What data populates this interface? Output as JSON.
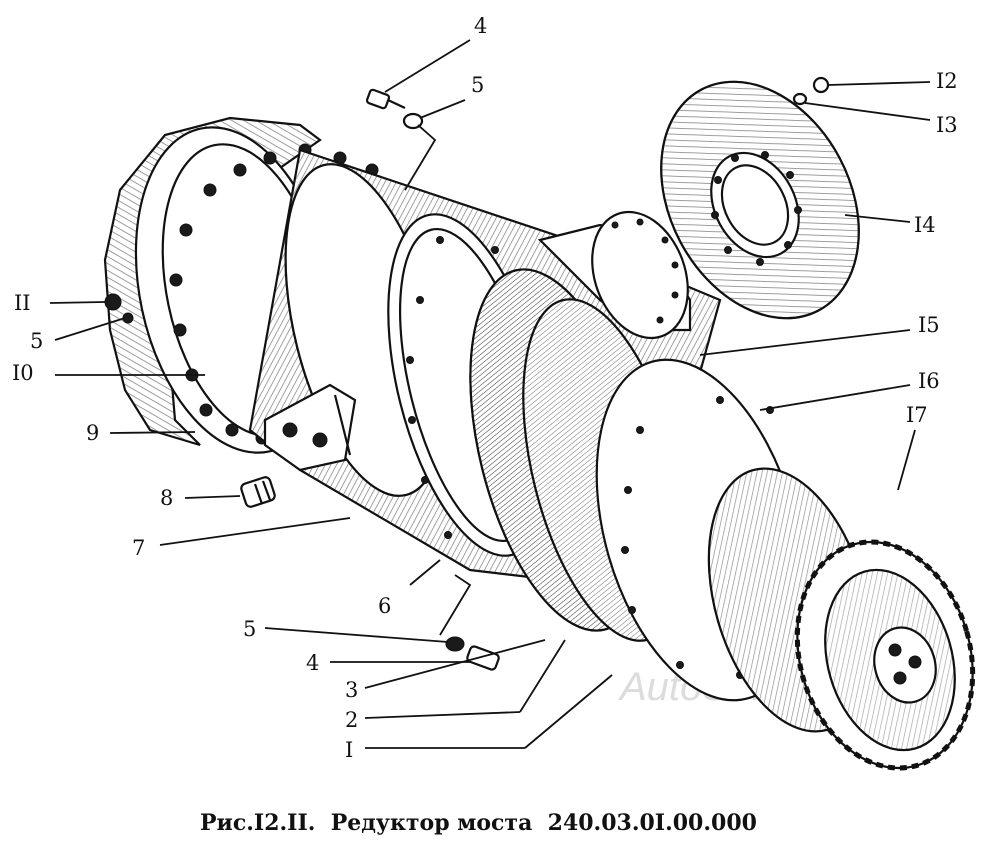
{
  "figure": {
    "caption": "Рис.I2.II.  Редуктор моста  240.03.0I.00.000",
    "watermark": "AutoSoft"
  },
  "callouts": [
    {
      "id": "c4a",
      "text": "4"
    },
    {
      "id": "c5a",
      "text": "5"
    },
    {
      "id": "c12",
      "text": "I2"
    },
    {
      "id": "c13",
      "text": "I3"
    },
    {
      "id": "c14",
      "text": "I4"
    },
    {
      "id": "c11",
      "text": "II"
    },
    {
      "id": "c5b",
      "text": "5"
    },
    {
      "id": "c10",
      "text": "I0"
    },
    {
      "id": "c15",
      "text": "I5"
    },
    {
      "id": "c16",
      "text": "I6"
    },
    {
      "id": "c17",
      "text": "I7"
    },
    {
      "id": "c9",
      "text": "9"
    },
    {
      "id": "c8",
      "text": "8"
    },
    {
      "id": "c7",
      "text": "7"
    },
    {
      "id": "c6",
      "text": "6"
    },
    {
      "id": "c5c",
      "text": "5"
    },
    {
      "id": "c4b",
      "text": "4"
    },
    {
      "id": "c3",
      "text": "3"
    },
    {
      "id": "c2",
      "text": "2"
    },
    {
      "id": "c1",
      "text": "I"
    }
  ]
}
